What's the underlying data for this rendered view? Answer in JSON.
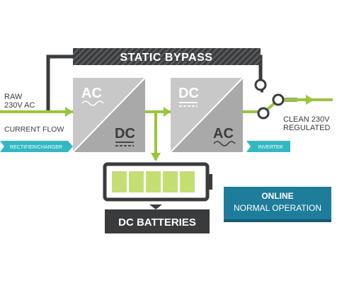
{
  "labels": {
    "static_bypass": "STATIC BYPASS",
    "raw_line1": "RAW",
    "raw_line2": "230V AC",
    "current_flow": "CURRENT FLOW",
    "rectifier_tag": "RECTIFIER/CHARGER",
    "inverter_tag": "INVERTER",
    "clean_line1": "CLEAN 230V",
    "clean_line2": "REGULATED",
    "dc_batteries": "DC BATTERIES",
    "online_title": "ONLINE",
    "online_subtitle": "NORMAL OPERATION"
  },
  "rectifier_block": {
    "top_label": "AC",
    "bottom_label": "DC"
  },
  "inverter_block": {
    "top_label": "DC",
    "bottom_label": "AC"
  },
  "battery": {
    "cells": 5
  },
  "colors": {
    "flow_green": "#9ac53c",
    "dark_gray": "#3a3b3d",
    "light_gray": "#c8c8c9",
    "mid_gray": "#a9a9aa",
    "teal": "#1e7d9a",
    "tag_teal": "#33b8c2",
    "cell_green": "#c3df73"
  }
}
